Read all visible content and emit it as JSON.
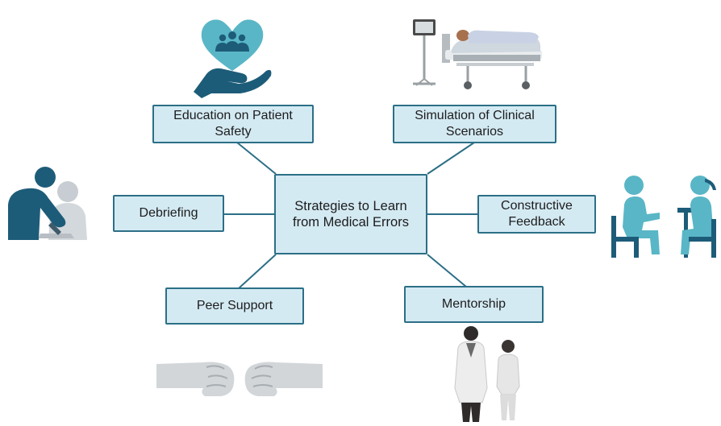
{
  "center": {
    "label": "Strategies to Learn\nfrom Medical Errors"
  },
  "nodes": {
    "education": "Education on Patient\nSafety",
    "simulation": "Simulation of Clinical\nScenarios",
    "debriefing": "Debriefing",
    "feedback": "Constructive\nFeedback",
    "peer_support": "Peer Support",
    "mentorship": "Mentorship"
  },
  "colors": {
    "box_fill": "#d4eaf3",
    "box_border": "#2c6f86",
    "connector": "#2c6f86",
    "teal": "#59b6c6",
    "navy": "#1d5c78",
    "slate": "#3f5a6a"
  },
  "icons": {
    "education": "heart-hand-people-icon",
    "simulation": "hospital-bed-patient-icon",
    "debriefing": "teacher-student-icon",
    "feedback": "two-seated-people-icon",
    "peer_support": "fist-bump-icon",
    "mentorship": "doctor-and-nurse-icon"
  }
}
